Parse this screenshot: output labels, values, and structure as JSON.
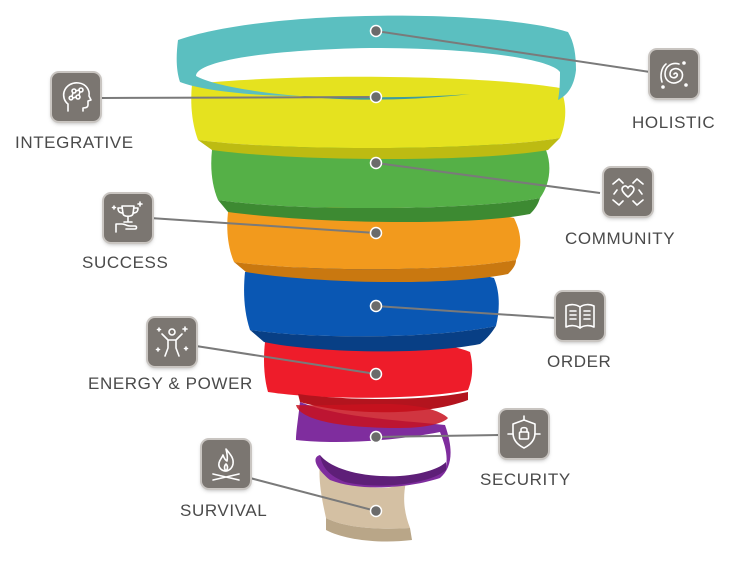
{
  "diagram": {
    "levels": [
      {
        "label": "HOLISTIC",
        "color": "#5bbfc0",
        "icon": "spiral-galaxy-icon"
      },
      {
        "label": "INTEGRATIVE",
        "color": "#e5e21f",
        "icon": "head-network-icon"
      },
      {
        "label": "COMMUNITY",
        "color": "#55b047",
        "icon": "hands-heart-icon"
      },
      {
        "label": "SUCCESS",
        "color": "#f29a1d",
        "icon": "trophy-hand-icon"
      },
      {
        "label": "ORDER",
        "color": "#0a57b3",
        "icon": "open-book-icon"
      },
      {
        "label": "ENERGY & POWER",
        "color": "#ee1c2a",
        "icon": "person-energy-icon"
      },
      {
        "label": "SECURITY",
        "color": "#7f2d9e",
        "icon": "shield-lock-icon"
      },
      {
        "label": "SURVIVAL",
        "color": "#d4c0a3",
        "icon": "campfire-icon"
      }
    ]
  }
}
